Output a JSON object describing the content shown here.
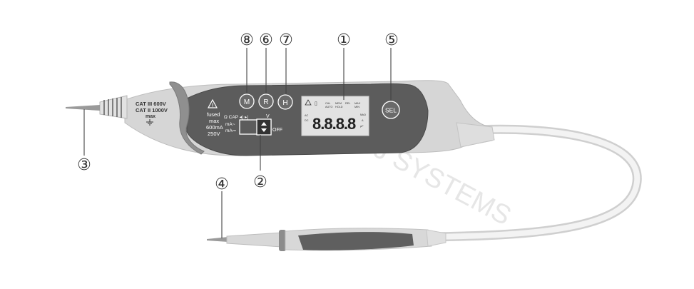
{
  "callouts": {
    "c1": "①",
    "c2": "②",
    "c3": "③",
    "c4": "④",
    "c5": "⑤",
    "c6": "⑥",
    "c7": "⑦",
    "c8": "⑧"
  },
  "buttons": {
    "m": "M",
    "r": "R",
    "h": "H",
    "sel": "SEL"
  },
  "tip_rating": {
    "line1": "CAT III 600V",
    "line2": "CAT II 1000V",
    "line3": "max"
  },
  "fuse_label": {
    "line1": "fused",
    "line2": "max",
    "line3": "600mA",
    "line4": "250V"
  },
  "switch_labels": {
    "cap": "Ω CAP ◂) ▸|",
    "volts": "V",
    "ma_ac": "mA~",
    "ma_dc": "mA⎓",
    "off": "OFF"
  },
  "lcd": {
    "digits": "8.8.8.8",
    "ind_cal": "CAL",
    "ind_auto": "AUTO",
    "ind_mem": "MEM",
    "ind_hold": "HOLD",
    "ind_rel": "REL",
    "ind_max": "MAX",
    "ind_min": "MIN",
    "ind_ac": "AC",
    "ind_dc": "DC",
    "ind_mk": "MkΩ",
    "ind_a": "A",
    "ind_unit": "μF"
  },
  "watermark": "SMJ SYSTEMS",
  "colors": {
    "body_light": "#d4d4d4",
    "panel_dark": "#595959",
    "grip": "#8c8c8c",
    "lcd_bg": "#e0e0e0",
    "cable": "#c9c9c9"
  }
}
